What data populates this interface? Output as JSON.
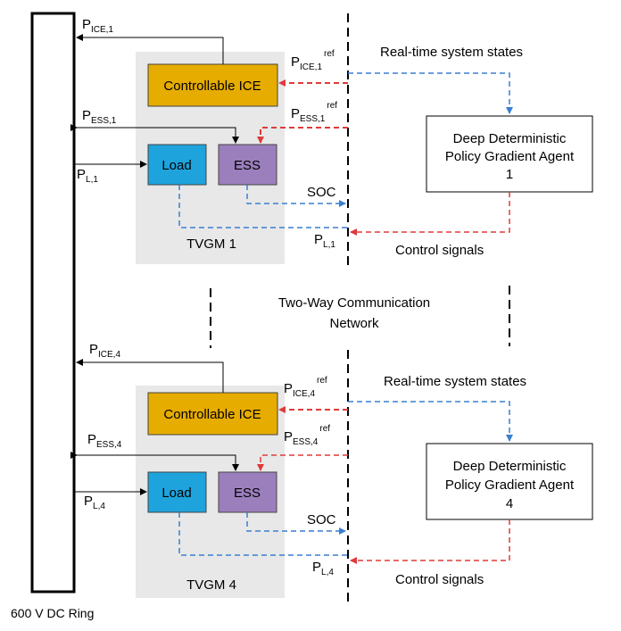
{
  "bus": {
    "label": "600 V DC Ring"
  },
  "network": {
    "line1": "Two-Way Communication",
    "line2": "Network"
  },
  "units": [
    {
      "tvgm_label": "TVGM 1",
      "ice_label": "Controllable ICE",
      "load_label": "Load",
      "ess_label": "ESS",
      "soc_label": "SOC",
      "p_ice": {
        "base": "P",
        "sub": "ICE,1"
      },
      "p_ess": {
        "base": "P",
        "sub": "ESS,1"
      },
      "p_l": {
        "base": "P",
        "sub": "L,1"
      },
      "p_ice_ref": {
        "base": "P",
        "sub": "ICE,1",
        "sup": "ref"
      },
      "p_ess_ref": {
        "base": "P",
        "sub": "ESS,1",
        "sup": "ref"
      },
      "p_l_meas": {
        "base": "P",
        "sub": "L,1"
      },
      "states_label": "Real-time system states",
      "control_label": "Control signals",
      "agent": {
        "line1": "Deep Deterministic",
        "line2": "Policy Gradient Agent",
        "line3": "1"
      }
    },
    {
      "tvgm_label": "TVGM 4",
      "ice_label": "Controllable ICE",
      "load_label": "Load",
      "ess_label": "ESS",
      "soc_label": "SOC",
      "p_ice": {
        "base": "P",
        "sub": "ICE,4"
      },
      "p_ess": {
        "base": "P",
        "sub": "ESS,4"
      },
      "p_l": {
        "base": "P",
        "sub": "L,4"
      },
      "p_ice_ref": {
        "base": "P",
        "sub": "ICE,4",
        "sup": "ref"
      },
      "p_ess_ref": {
        "base": "P",
        "sub": "ESS,4",
        "sup": "ref"
      },
      "p_l_meas": {
        "base": "P",
        "sub": "L,4"
      },
      "states_label": "Real-time system states",
      "control_label": "Control signals",
      "agent": {
        "line1": "Deep Deterministic",
        "line2": "Policy Gradient Agent",
        "line3": "4"
      }
    }
  ],
  "colors": {
    "ice_fill": "#e6ac00",
    "load_fill": "#1ea3dc",
    "ess_fill": "#9b7fbd",
    "tvgm_bg": "#e8e8e8",
    "control_dash": "#e03a3a",
    "state_dash": "#3a7fd0"
  }
}
